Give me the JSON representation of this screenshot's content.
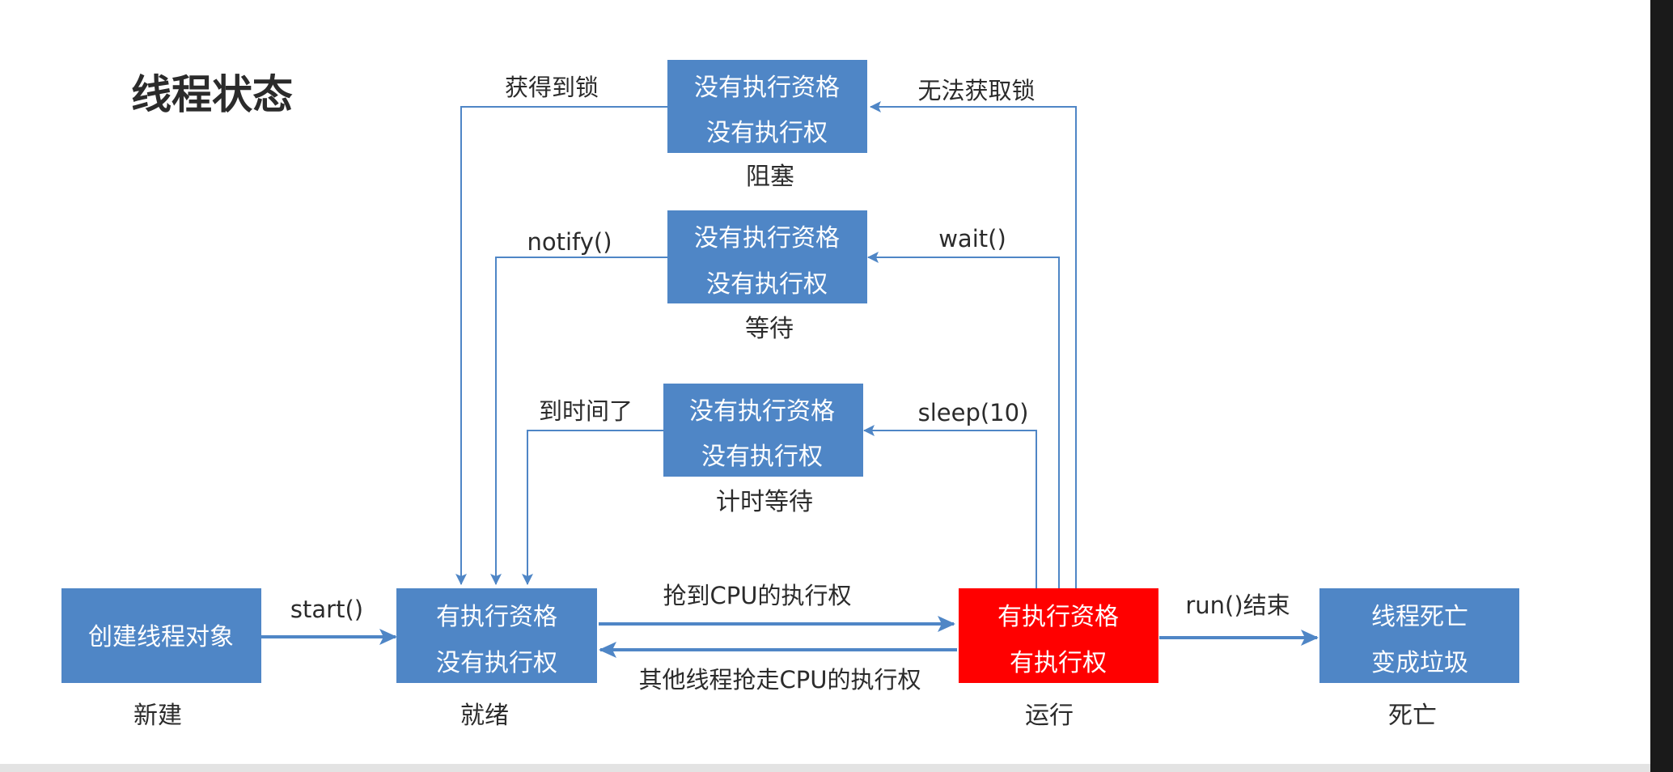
{
  "title": "线程状态",
  "states": {
    "new": {
      "lines": [
        "创建线程对象"
      ],
      "label": "新建"
    },
    "ready": {
      "lines": [
        "有执行资格",
        "没有执行权"
      ],
      "label": "就绪"
    },
    "running": {
      "lines": [
        "有执行资格",
        "有执行权"
      ],
      "label": "运行"
    },
    "dead": {
      "lines": [
        "线程死亡",
        "变成垃圾"
      ],
      "label": "死亡"
    },
    "blocked": {
      "lines": [
        "没有执行资格",
        "没有执行权"
      ],
      "label": "阻塞"
    },
    "waiting": {
      "lines": [
        "没有执行资格",
        "没有执行权"
      ],
      "label": "等待"
    },
    "timed_waiting": {
      "lines": [
        "没有执行资格",
        "没有执行权"
      ],
      "label": "计时等待"
    }
  },
  "transitions": {
    "start": "start()",
    "get_cpu": "抢到CPU的执行权",
    "lose_cpu": "其他线程抢走CPU的执行权",
    "run_end": "run()结束",
    "cannot_get_lock": "无法获取锁",
    "got_lock": "获得到锁",
    "wait": "wait()",
    "notify": "notify()",
    "sleep": "sleep(10)",
    "time_up": "到时间了"
  },
  "colors": {
    "box": "#4f86c6",
    "running_box": "#ff0000",
    "arrow": "#4f86c6",
    "text": "#2b2b2b"
  }
}
